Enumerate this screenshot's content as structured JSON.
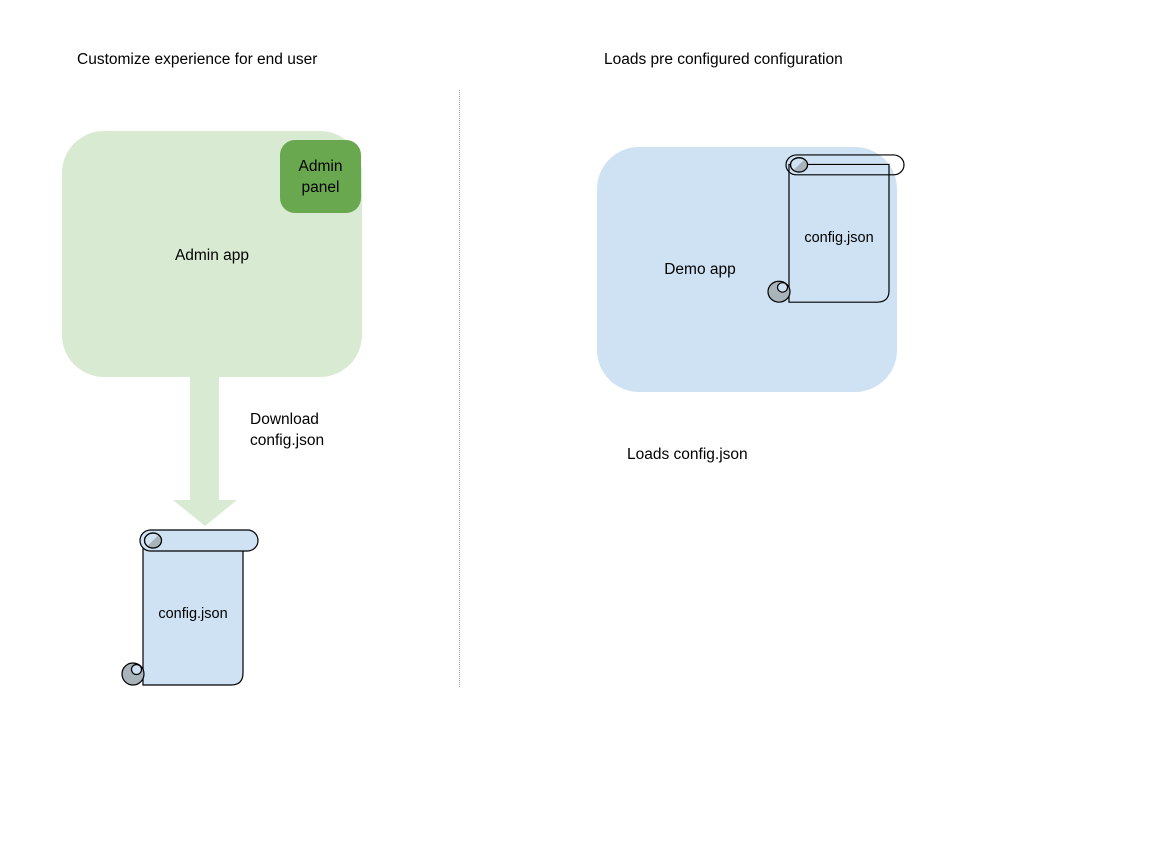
{
  "left_section": {
    "title": "Customize experience for end user",
    "admin_app": {
      "label": "Admin app"
    },
    "admin_panel": {
      "label": "Admin\npanel"
    },
    "arrow_label": "Download\nconfig.json",
    "config_file": {
      "label": "config.json"
    }
  },
  "right_section": {
    "title": "Loads pre configured configuration",
    "demo_app": {
      "label": "Demo app"
    },
    "config_file": {
      "label": "config.json"
    },
    "caption": "Loads config.json"
  },
  "colors": {
    "admin_app_fill": "#d9ead3",
    "admin_panel_fill": "#6aa84f",
    "demo_app_fill": "#cfe2f3",
    "file_scroll_fill": "#cfe2f3",
    "arrow_fill": "#d9ead3",
    "outline": "#000000",
    "curl_grey": "#a9b3ba",
    "divider": "#999999",
    "text": "#000000"
  }
}
